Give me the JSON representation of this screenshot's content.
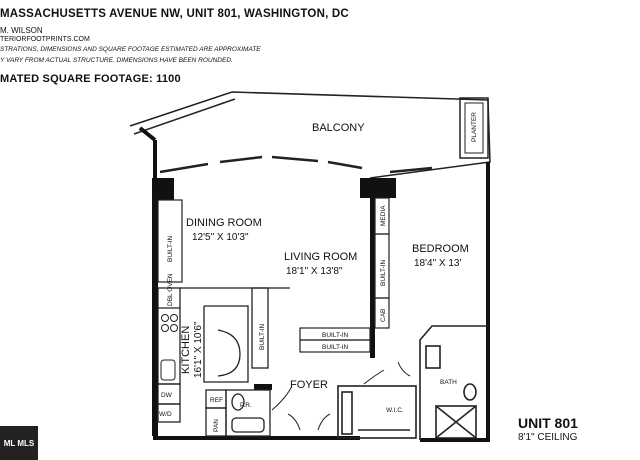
{
  "header": {
    "address": "MASSACHUSETTS AVENUE NW, UNIT 801, WASHINGTON, DC",
    "drafter": "M. WILSON",
    "website": "TERIORFOOTPRINTS.COM",
    "disclaimer_line1": "STRATIONS, DIMENSIONS AND SQUARE FOOTAGE ESTIMATED ARE APPROXIMATE",
    "disclaimer_line2": "Y VARY FROM ACTUAL STRUCTURE. DIMENSIONS HAVE BEEN ROUNDED.",
    "square_footage": "MATED SQUARE FOOTAGE: 1100"
  },
  "rooms": {
    "balcony": "BALCONY",
    "planter": "PLANTER",
    "dining_name": "DINING ROOM",
    "dining_dim": "12'5\" X 10'3\"",
    "living_name": "LIVING ROOM",
    "living_dim": "18'1\" X 13'8\"",
    "bedroom_name": "BEDROOM",
    "bedroom_dim": "18'4\" X 13'",
    "kitchen_name": "KITCHEN",
    "kitchen_dim": "16'1\" X 10'6\"",
    "foyer": "FOYER",
    "bath": "BATH",
    "wic": "W.I.C.",
    "pr": "P.R."
  },
  "fixtures": {
    "built_in": "BUILT-IN",
    "media": "MEDIA",
    "cab": "CAB",
    "dbl_oven": "DBL OVEN",
    "dw": "DW",
    "wd": "W/D",
    "ref": "REF",
    "pan": "PAN"
  },
  "unit": {
    "title": "UNIT 801",
    "ceiling": "8'1\" CEILING"
  },
  "badge": "ML MLS"
}
